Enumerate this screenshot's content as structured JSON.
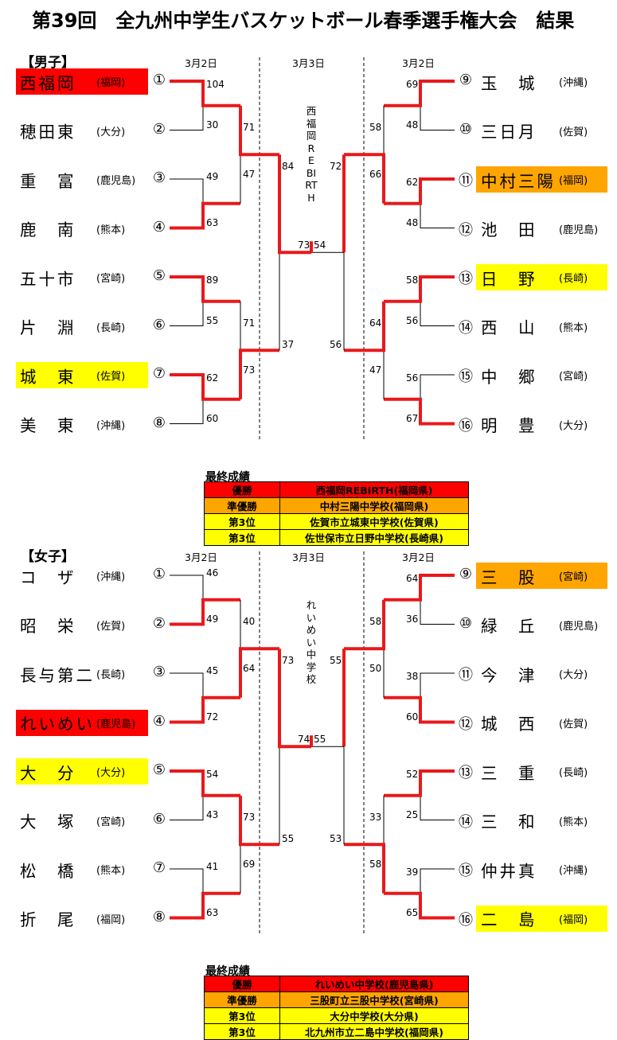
{
  "title": "第39回　全九州中学生バスケットボール春季選手権大会　結果",
  "colors": {
    "winner": "#ff0000",
    "runner_up": "#ffa500",
    "third": "#ffff00",
    "line": "#000000",
    "win_line": "#e8191c"
  },
  "boys": {
    "label": "【男子】",
    "dates": {
      "left": "3月2日",
      "center": "3月3日",
      "right": "3月2日"
    },
    "left_teams": [
      {
        "num": "①",
        "name": "西福岡",
        "pref": "(福岡)",
        "hl": "winner"
      },
      {
        "num": "②",
        "name": "穂田東",
        "pref": "(大分)",
        "hl": ""
      },
      {
        "num": "③",
        "name": "重　富",
        "pref": "(鹿児島)",
        "hl": ""
      },
      {
        "num": "④",
        "name": "鹿　南",
        "pref": "(熊本)",
        "hl": ""
      },
      {
        "num": "⑤",
        "name": "五十市",
        "pref": "(宮崎)",
        "hl": ""
      },
      {
        "num": "⑥",
        "name": "片　淵",
        "pref": "(長崎)",
        "hl": ""
      },
      {
        "num": "⑦",
        "name": "城　東",
        "pref": "(佐賀)",
        "hl": "third"
      },
      {
        "num": "⑧",
        "name": "美　東",
        "pref": "(沖縄)",
        "hl": ""
      }
    ],
    "right_teams": [
      {
        "num": "⑨",
        "name": "玉　城",
        "pref": "(沖縄)",
        "hl": ""
      },
      {
        "num": "⑩",
        "name": "三日月",
        "pref": "(佐賀)",
        "hl": ""
      },
      {
        "num": "⑪",
        "name": "中村三陽",
        "pref": "(福岡)",
        "hl": "runner_up"
      },
      {
        "num": "⑫",
        "name": "池　田",
        "pref": "(鹿児島)",
        "hl": ""
      },
      {
        "num": "⑬",
        "name": "日　野",
        "pref": "(長崎)",
        "hl": "third"
      },
      {
        "num": "⑭",
        "name": "西　山",
        "pref": "(熊本)",
        "hl": ""
      },
      {
        "num": "⑮",
        "name": "中　郷",
        "pref": "(宮崎)",
        "hl": ""
      },
      {
        "num": "⑯",
        "name": "明　豊",
        "pref": "(大分)",
        "hl": ""
      }
    ],
    "left_r1": [
      "104",
      "30",
      "49",
      "63",
      "89",
      "55",
      "62",
      "60"
    ],
    "left_r2": [
      "71",
      "47",
      "71",
      "73"
    ],
    "left_semi": [
      "84",
      "37"
    ],
    "right_r1": [
      "69",
      "48",
      "62",
      "48",
      "58",
      "56",
      "56",
      "67"
    ],
    "right_r2": [
      "58",
      "66",
      "64",
      "47"
    ],
    "right_semi": [
      "72",
      "56"
    ],
    "final_left": "73",
    "final_right": "54",
    "champion_vertical": "西福岡REBIRTH",
    "results_title": "最終成績",
    "results": [
      {
        "rank": "優勝",
        "team": "西福岡REBIRTH(福岡県)",
        "hl": "winner"
      },
      {
        "rank": "準優勝",
        "team": "中村三陽中学校(福岡県)",
        "hl": "runner_up"
      },
      {
        "rank": "第3位",
        "team": "佐賀市立城東中学校(佐賀県)",
        "hl": "third"
      },
      {
        "rank": "第3位",
        "team": "佐世保市立日野中学校(長崎県)",
        "hl": "third"
      }
    ]
  },
  "girls": {
    "label": "【女子】",
    "dates": {
      "left": "3月2日",
      "center": "3月3日",
      "right": "3月2日"
    },
    "left_teams": [
      {
        "num": "①",
        "name": "コ　ザ",
        "pref": "(沖縄)",
        "hl": ""
      },
      {
        "num": "②",
        "name": "昭　栄",
        "pref": "(佐賀)",
        "hl": ""
      },
      {
        "num": "③",
        "name": "長与第二",
        "pref": "(長崎)",
        "hl": ""
      },
      {
        "num": "④",
        "name": "れいめい",
        "pref": "(鹿児島)",
        "hl": "winner"
      },
      {
        "num": "⑤",
        "name": "大　分",
        "pref": "(大分)",
        "hl": "third"
      },
      {
        "num": "⑥",
        "name": "大　塚",
        "pref": "(宮崎)",
        "hl": ""
      },
      {
        "num": "⑦",
        "name": "松　橋",
        "pref": "(熊本)",
        "hl": ""
      },
      {
        "num": "⑧",
        "name": "折　尾",
        "pref": "(福岡)",
        "hl": ""
      }
    ],
    "right_teams": [
      {
        "num": "⑨",
        "name": "三　股",
        "pref": "(宮崎)",
        "hl": "runner_up"
      },
      {
        "num": "⑩",
        "name": "緑　丘",
        "pref": "(鹿児島)",
        "hl": ""
      },
      {
        "num": "⑪",
        "name": "今　津",
        "pref": "(大分)",
        "hl": ""
      },
      {
        "num": "⑫",
        "name": "城　西",
        "pref": "(佐賀)",
        "hl": ""
      },
      {
        "num": "⑬",
        "name": "三　重",
        "pref": "(長崎)",
        "hl": ""
      },
      {
        "num": "⑭",
        "name": "三　和",
        "pref": "(熊本)",
        "hl": ""
      },
      {
        "num": "⑮",
        "name": "仲井真",
        "pref": "(沖縄)",
        "hl": ""
      },
      {
        "num": "⑯",
        "name": "二　島",
        "pref": "(福岡)",
        "hl": "third"
      }
    ],
    "left_r1": [
      "46",
      "49",
      "45",
      "72",
      "54",
      "43",
      "41",
      "63"
    ],
    "left_r2": [
      "40",
      "64",
      "73",
      "69"
    ],
    "left_semi": [
      "73",
      "55"
    ],
    "right_r1": [
      "64",
      "36",
      "38",
      "60",
      "52",
      "25",
      "39",
      "65"
    ],
    "right_r2": [
      "58",
      "50",
      "33",
      "58"
    ],
    "right_semi": [
      "55",
      "53"
    ],
    "final_left": "74",
    "final_right": "55",
    "champion_vertical": "れいめい中学校",
    "results_title": "最終成績",
    "results": [
      {
        "rank": "優勝",
        "team": "れいめい中学校(鹿児島県)",
        "hl": "winner"
      },
      {
        "rank": "準優勝",
        "team": "三股町立三股中学校(宮崎県)",
        "hl": "runner_up"
      },
      {
        "rank": "第3位",
        "team": "大分中学校(大分県)",
        "hl": "third"
      },
      {
        "rank": "第3位",
        "team": "北九州市立二島中学校(福岡県)",
        "hl": "third"
      }
    ]
  }
}
